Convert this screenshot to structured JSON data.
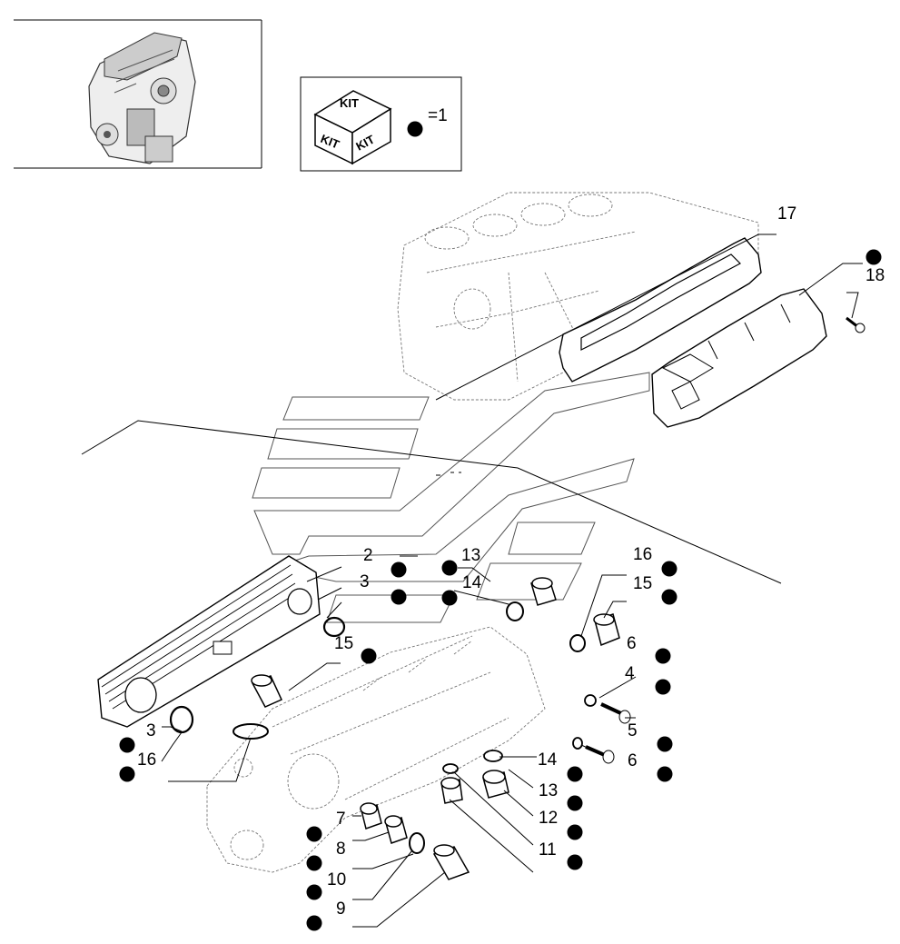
{
  "kit_legend": {
    "kit_label": "KIT",
    "equals_text": "=1"
  },
  "callouts": [
    "17",
    "18",
    "2",
    "13",
    "3",
    "14",
    "16",
    "15",
    "15",
    "6",
    "4",
    "5",
    "14",
    "6",
    "3",
    "16",
    "13",
    "12",
    "7",
    "8",
    "10",
    "11",
    "9"
  ]
}
